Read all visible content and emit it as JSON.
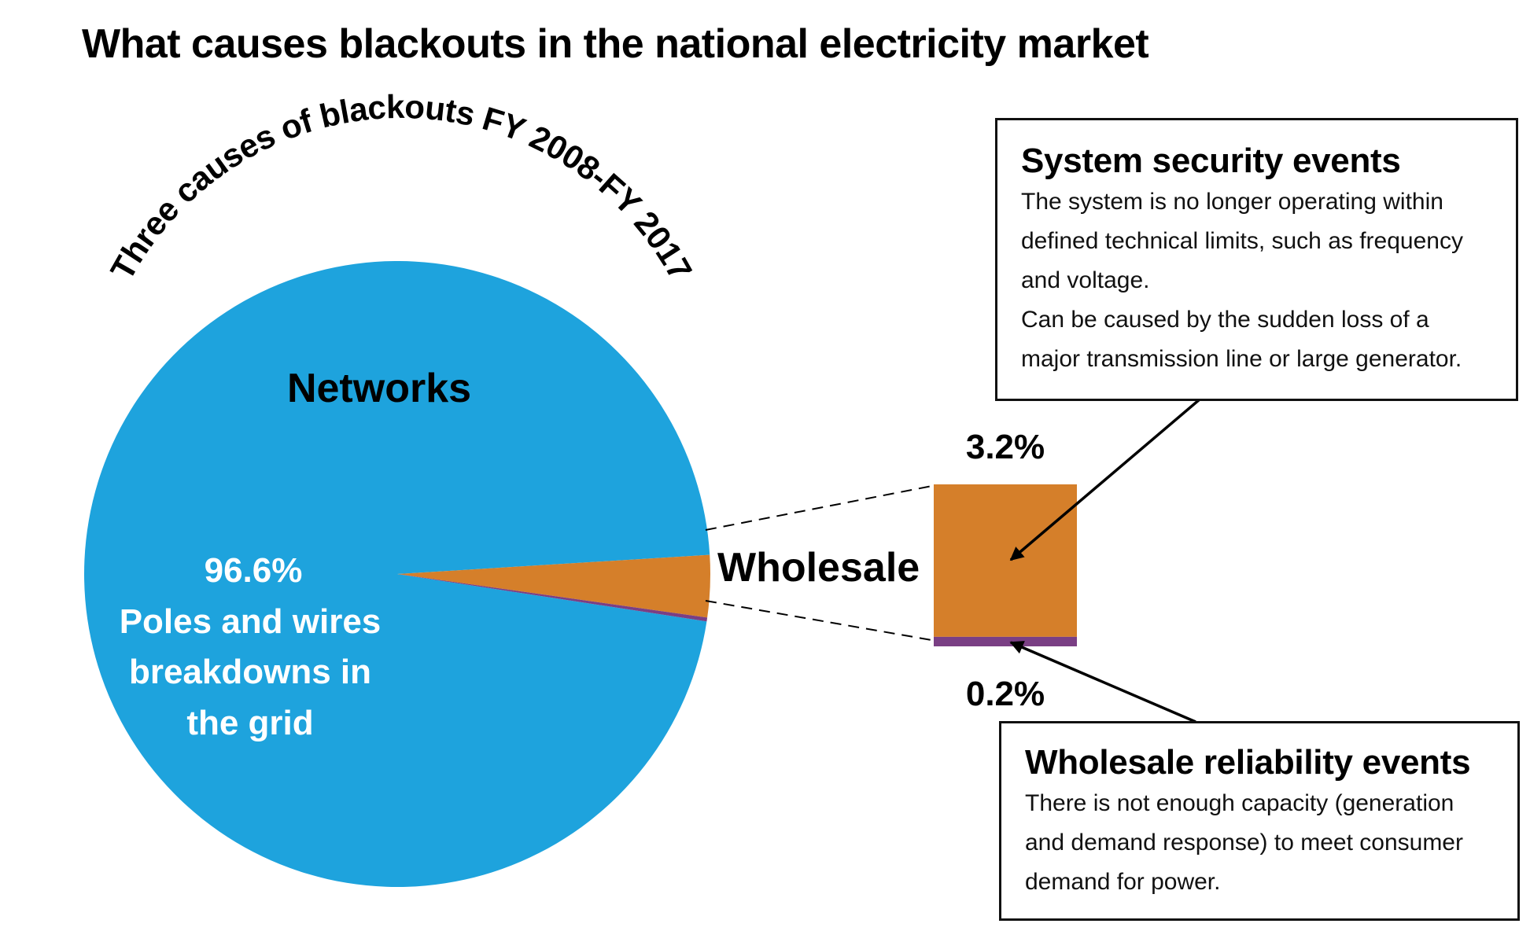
{
  "title": "What causes blackouts in the national electricity market",
  "chart_data": {
    "type": "pie",
    "title": "Three causes of blackouts FY 2008-FY 2017",
    "slices": [
      {
        "name": "Networks",
        "value": 96.6,
        "color": "#1ea3dd",
        "label_lines": [
          "96.6%",
          "Poles and wires",
          "breakdowns in",
          "the grid"
        ]
      },
      {
        "name": "System security events",
        "value": 3.2,
        "color": "#d57f2a",
        "label": "3.2%"
      },
      {
        "name": "Wholesale reliability events",
        "value": 0.2,
        "color": "#7a3f84",
        "label": "0.2%"
      }
    ],
    "group_label": "Wholesale"
  },
  "boxes": {
    "security": {
      "title": "System security events",
      "lines": [
        "The system is no longer operating within",
        "defined technical limits, such as frequency",
        "and voltage.",
        "Can be caused by the sudden loss of a",
        "major transmission line or large generator."
      ]
    },
    "reliability": {
      "title": "Wholesale reliability events",
      "lines": [
        "There is not enough capacity (generation",
        "and demand response) to meet consumer",
        "demand for power."
      ]
    }
  }
}
